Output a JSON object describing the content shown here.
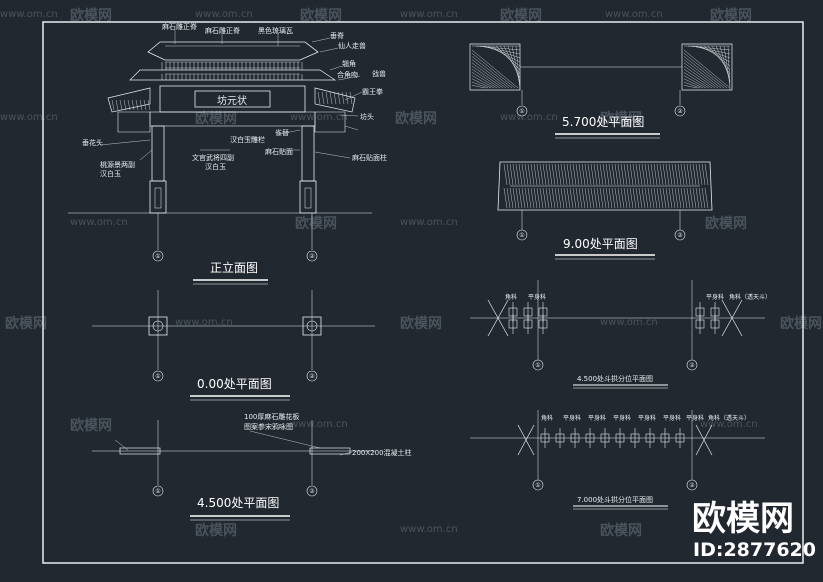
{
  "drawings": {
    "elevation": {
      "title": "正立面图",
      "plaque": "坊元状",
      "labels": [
        "麻石雕正脊",
        "黑色琉璃瓦",
        "垂脊",
        "仙人走兽",
        "翘角",
        "合角吻",
        "戗兽",
        "霸王拳",
        "坊头",
        "雀替",
        "汉白玉雕栏",
        "麻石贴面",
        "麻石贴面柱",
        "文官武将四副",
        "汉白玉",
        "桃源景两副",
        "汉白玉",
        "垂花头"
      ]
    },
    "plan_000": {
      "title": "0.00处平面图"
    },
    "plan_4500": {
      "title": "4.500处平面图",
      "note1": "100厚麻石雕花板",
      "note2": "图案参宋鸦咏图",
      "note3": "200X200混凝土柱"
    },
    "plan_5700": {
      "title": "5.700处平面图"
    },
    "plan_9000": {
      "title": "9.00处平面图"
    },
    "plan_bracket_4500": {
      "title": "4.500处斗拱分位平面图",
      "tags": [
        "角科",
        "平身科",
        "平身科",
        "角科（透天斗）"
      ]
    },
    "plan_bracket_7000": {
      "title": "7.000处斗拱分位平面图",
      "tags": [
        "角科",
        "平身科",
        "平身科",
        "平身科",
        "平身科",
        "平身科",
        "平身科",
        "角科（透天斗）"
      ]
    },
    "axis_marks": [
      "①",
      "②"
    ]
  },
  "watermark": {
    "brand": "欧模网",
    "url": "www.om.cn",
    "id": "ID:2877620"
  }
}
